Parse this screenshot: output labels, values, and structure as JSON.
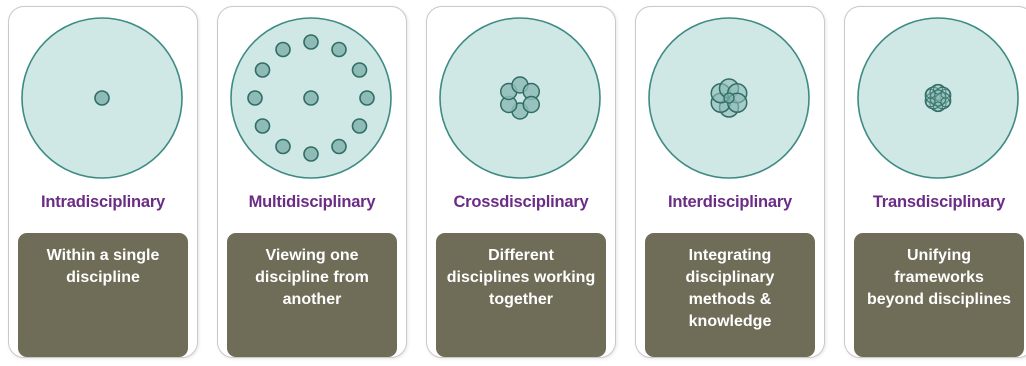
{
  "colors": {
    "outer_circle_fill": "#cfe8e6",
    "outer_circle_stroke": "#3e8b84",
    "node_fill": "#8ebbb5",
    "node_stroke": "#2f6d66",
    "title": "#6b2c86",
    "desc_box": "#6f6c57",
    "desc_text": "#ffffff"
  },
  "panels": [
    {
      "art": "single-dot",
      "title": "Intradisciplinary",
      "description": "Within a single discipline"
    },
    {
      "art": "ring-of-dots",
      "title": "Multidisciplinary",
      "description": "Viewing one discipline from another"
    },
    {
      "art": "loose-petal-flower",
      "title": "Crossdisciplinary",
      "description": "Different disciplines working together"
    },
    {
      "art": "overlapping-petal-flower",
      "title": "Interdisciplinary",
      "description": "Integrating disciplinary methods & knowledge"
    },
    {
      "art": "dense-flower-of-life",
      "title": "Transdisciplinary",
      "description": "Unifying frameworks beyond disciplines"
    }
  ]
}
